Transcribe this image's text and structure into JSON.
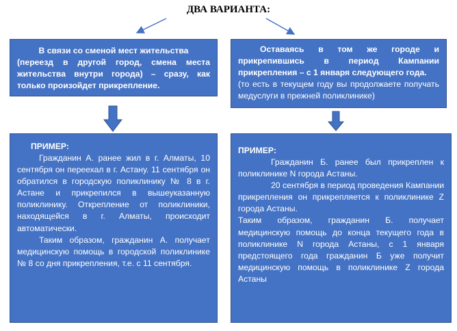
{
  "title": "ДВА ВАРИАНТА:",
  "left_option": {
    "lines": [
      "В связи со сменой мест жительства",
      "(переезд в другой город, смена места жительства внутри города) – сразу, как только произойдет прикрепление."
    ]
  },
  "right_option": {
    "line1": "Оставаясь в том же городе и прикрепившись в период Кампании прикрепления – с 1 января следующего года.",
    "line2": "(то есть в текущем году вы продолжаете получать медуслуги в прежней поликлинике)"
  },
  "left_example": {
    "heading": "ПРИМЕР:",
    "p1": "Гражданин А. ранее жил в г. Алматы, 10 сентября он переехал в г. Астану. 11 сентября он обратился в городскую поликлинику № 8 в г. Астане и прикрепился в вышеуказанную поликлинику. Открепление от поликлиники, находящейся в г. Алматы, происходит автоматически.",
    "p2": "Таким образом, гражданин А. получает медицинскую помощь в городской поликлинике № 8 со дня прикрепления, т.е. с 11 сентября."
  },
  "right_example": {
    "heading": "ПРИМЕР:",
    "p1": "Гражданин Б. ранее был прикреплен к поликлинике N города Астаны.",
    "p2": "20 сентября в период проведения Кампании прикрепления он прикрепляется к поликлинике Z города Астаны.",
    "p3": "Таким образом, гражданин Б. получает медицинскую помощь до конца текущего года в поликлинике N города Астаны, с 1 января предстоящего года гражданин Б уже получит медицинскую помощь в поликлинике Z города Астаны"
  },
  "colors": {
    "box_fill": "#4472c4",
    "box_border": "#2f528f",
    "arrow": "#4472c4"
  }
}
